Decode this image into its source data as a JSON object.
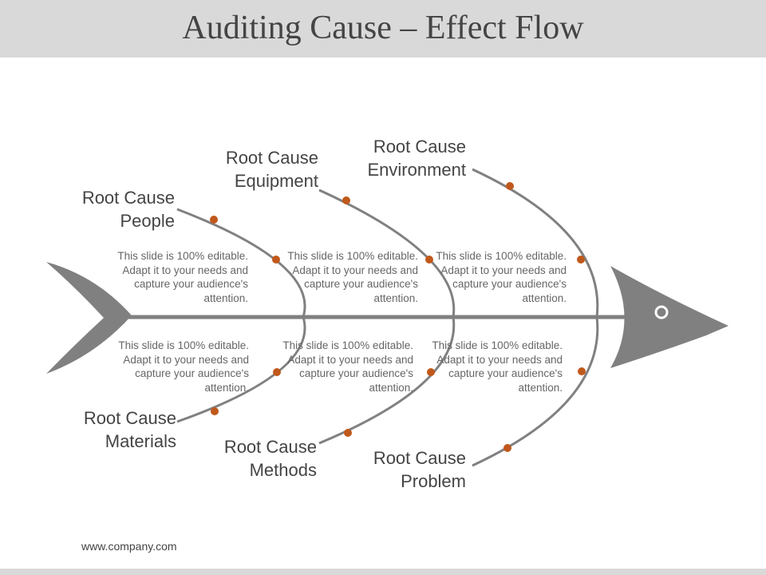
{
  "title": "Auditing Cause – Effect Flow",
  "footer_url": "www.company.com",
  "colors": {
    "bone": "#808080",
    "dot": "#c0581b",
    "title_bar": "#d9d9d9",
    "text": "#444444"
  },
  "causes": {
    "people": {
      "line1": "Root Cause",
      "line2": "People"
    },
    "equipment": {
      "line1": "Root Cause",
      "line2": "Equipment"
    },
    "environment": {
      "line1": "Root Cause",
      "line2": "Environment"
    },
    "materials": {
      "line1": "Root Cause",
      "line2": "Materials"
    },
    "methods": {
      "line1": "Root Cause",
      "line2": "Methods"
    },
    "problem": {
      "line1": "Root Cause",
      "line2": "Problem"
    }
  },
  "descriptions": [
    "This slide is 100% editable. Adapt it to your needs and capture your audience's attention.",
    "This slide is 100% editable. Adapt it to your needs and capture your audience's attention.",
    "This slide is 100% editable. Adapt it to your needs and capture your audience's attention.",
    "This slide is 100% editable. Adapt it to your needs and capture your audience's attention.",
    "This slide is 100% editable. Adapt it to your needs and capture your audience's attention.",
    "This slide is 100% editable. Adapt it to your needs and capture your audience's attention."
  ]
}
